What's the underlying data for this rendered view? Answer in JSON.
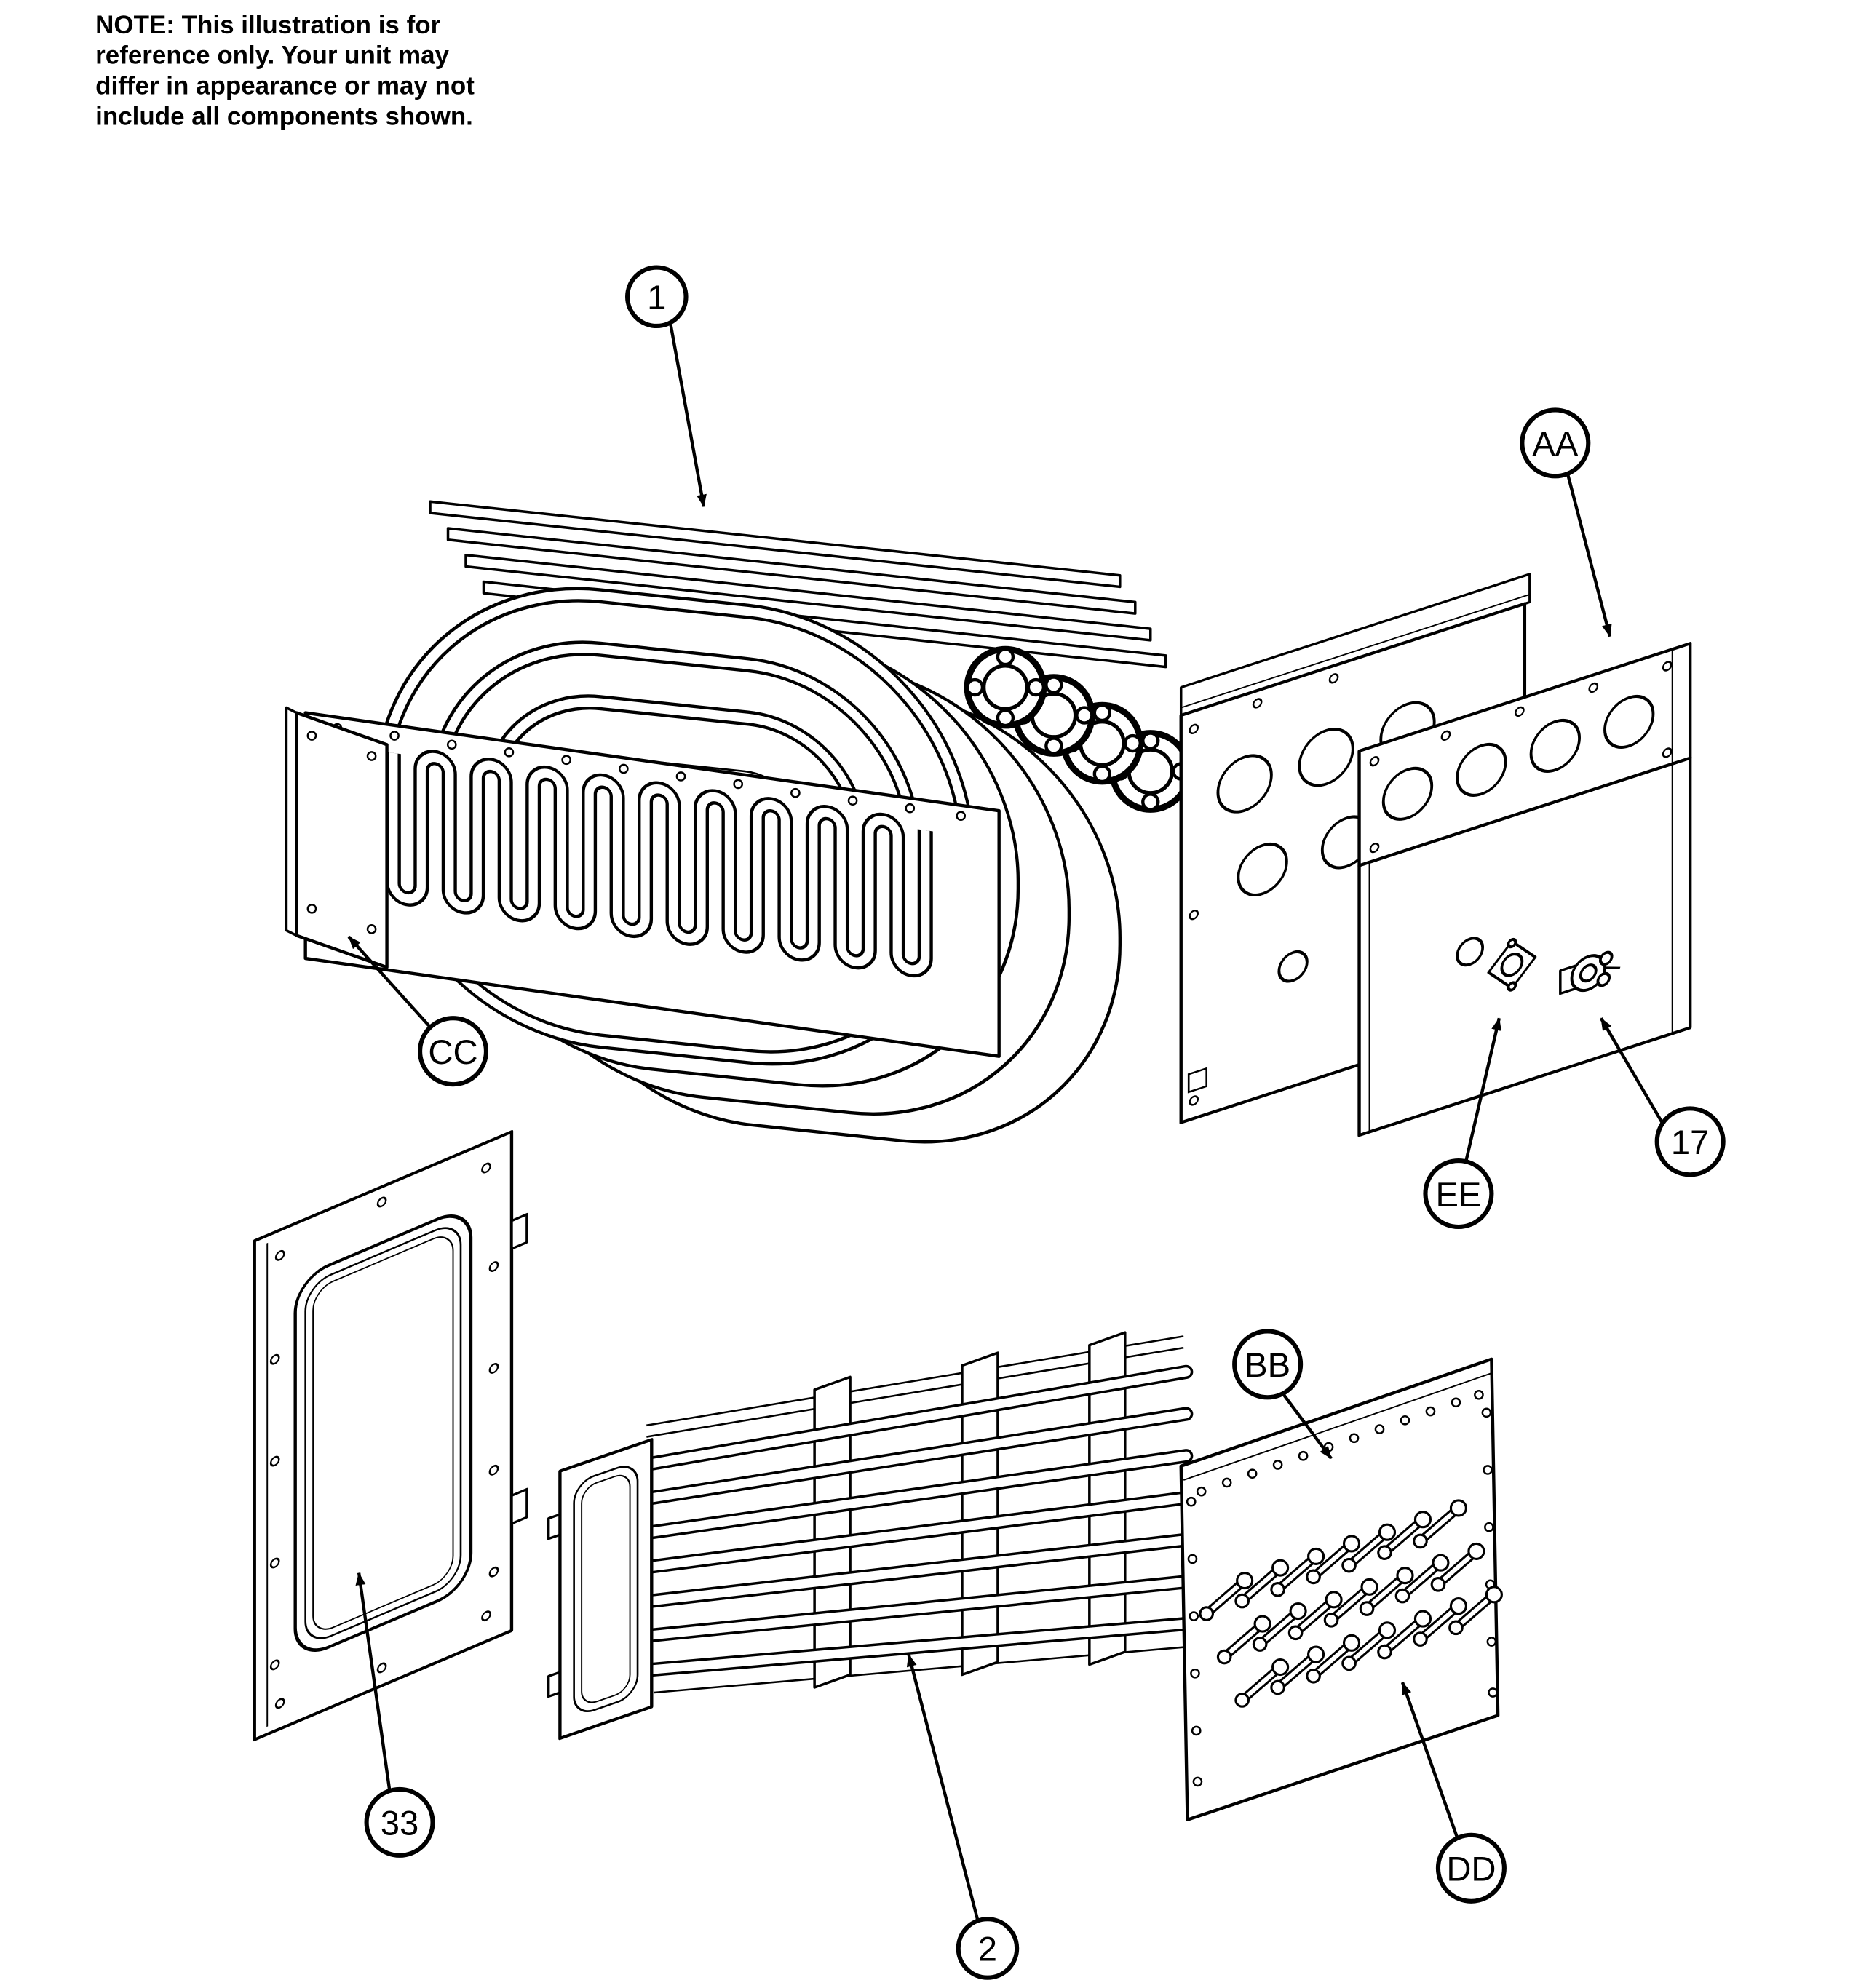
{
  "note": {
    "line1": "NOTE: This illustration is for",
    "line2": "reference only. Your unit may",
    "line3": "differ in appearance or may not",
    "line4": "include all components shown."
  },
  "callouts": {
    "part1": "1",
    "aa": "AA",
    "cc": "CC",
    "ee": "EE",
    "part17": "17",
    "bb": "BB",
    "part33": "33",
    "part2": "2",
    "dd": "DD"
  },
  "colors": {
    "ink": "#000000",
    "paper": "#ffffff"
  }
}
